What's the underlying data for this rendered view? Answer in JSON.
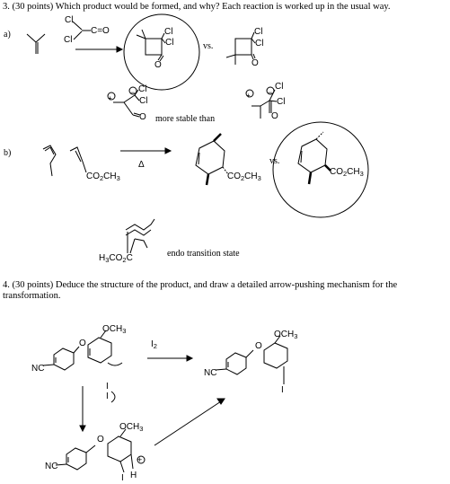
{
  "q3": {
    "header": "3.  (30 points) Which product would be formed, and why?  Each reaction is worked up in the usual way.",
    "part_a_label": "a)",
    "part_b_label": "b)",
    "reagent_cl_top": "Cl",
    "reagent_c_eq_o": "C=O",
    "reagent_cl_left": "Cl",
    "prod1_cl1": "Cl",
    "prod1_cl2": "Cl",
    "prod1_o": "O",
    "vs_a": "vs.",
    "prod2_cl1": "Cl",
    "prod2_cl2": "Cl",
    "prod2_o": "O",
    "int1_plus": "+",
    "int1_minus": "−",
    "int1_cl1": "Cl",
    "int1_cl2": "Cl",
    "int1_o": "O",
    "more_stable": "more stable than",
    "int2_plus": "+",
    "int2_minus": "−",
    "int2_cl1": "Cl",
    "int2_cl2": "Cl",
    "int2_o": "O",
    "diene_ester": "CO",
    "diene_ester_sub": "2",
    "diene_ester_tail": "CH",
    "diene_ester_sub2": "3",
    "delta": "Δ",
    "prodb1_ester": "CO",
    "prodb1_sub": "2",
    "prodb1_tail": "CH",
    "prodb1_sub2": "3",
    "vs_b": "vs.",
    "prodb2_ester": "CO",
    "prodb2_sub": "2",
    "prodb2_tail": "CH",
    "prodb2_sub2": "3",
    "endo_ester_h": "H",
    "endo_ester_3": "3",
    "endo_ester_c": "CO",
    "endo_ester_2": "2",
    "endo_ester_c2": "C",
    "endo_label": "endo transition state"
  },
  "q4": {
    "header_line1": "4.  (30 points) Deduce the structure of the product, and draw a detailed arrow-pushing mechanism for the",
    "header_line2": "transformation.",
    "och3_1": "OCH",
    "och3_1_sub": "3",
    "nc_1": "NC",
    "o_1": "O",
    "reagent": "I",
    "reagent_sub": "2",
    "i2_top": "I",
    "i2_bot": "I",
    "och3_2": "OCH",
    "och3_2_sub": "3",
    "nc_2": "NC",
    "o_2": "O",
    "i_prod": "I",
    "och3_3": "OCH",
    "och3_3_sub": "3",
    "nc_3": "NC",
    "o_3": "O",
    "i_int": "I",
    "h_int": "H",
    "plus_int": "+"
  }
}
